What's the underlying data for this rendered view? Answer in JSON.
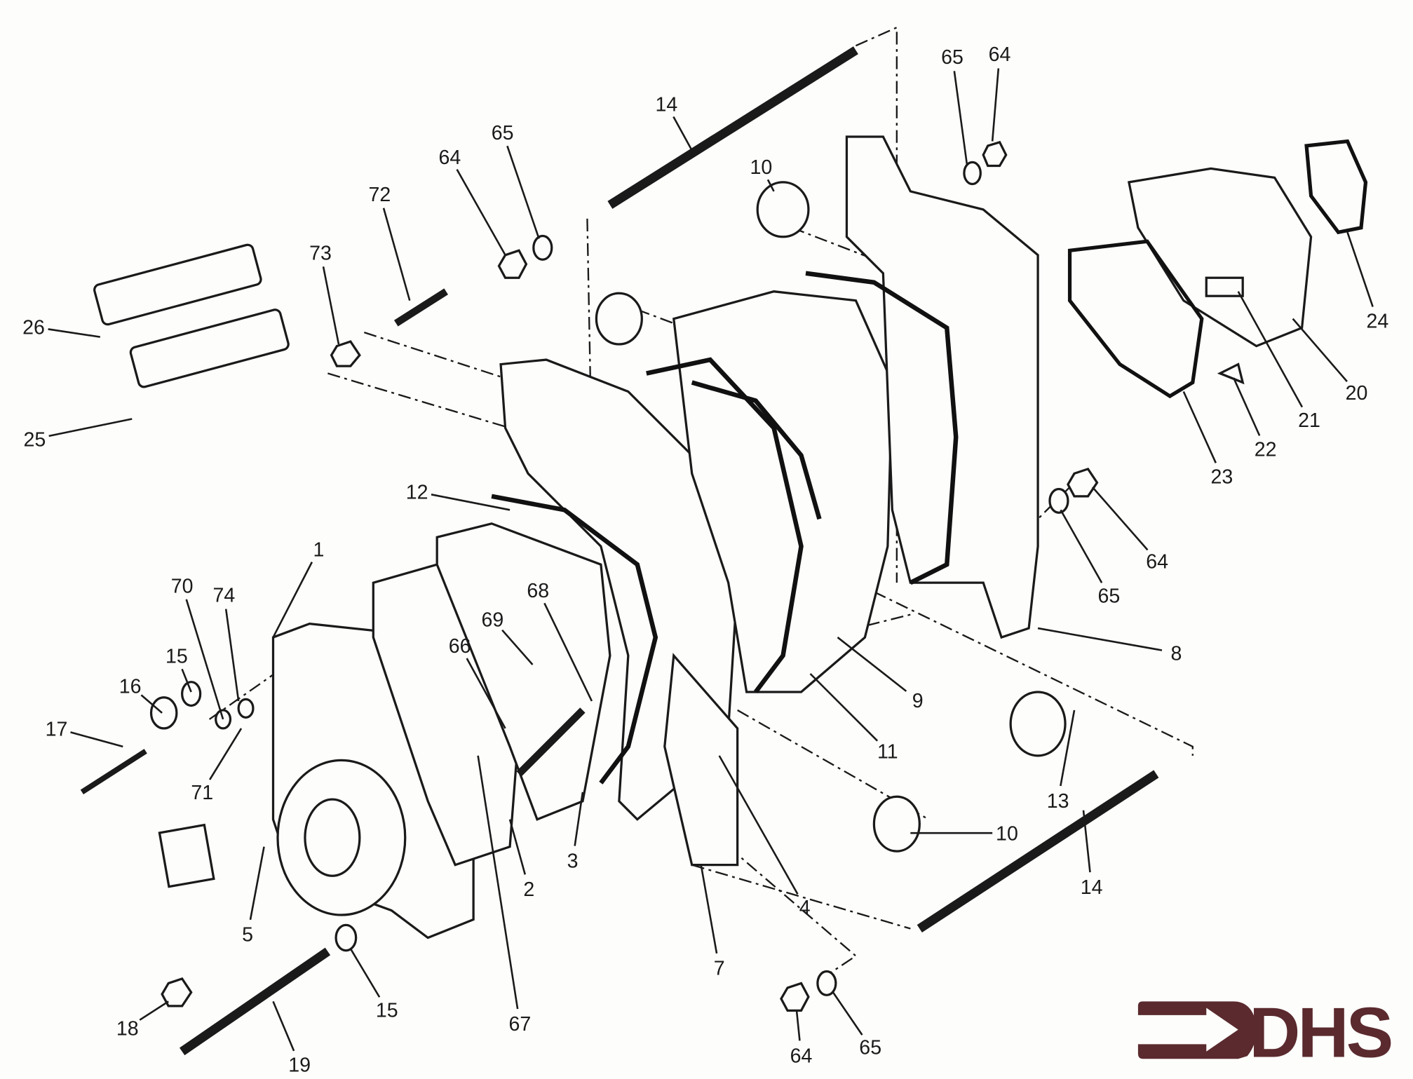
{
  "diagram": {
    "type": "exploded-parts-diagram",
    "callouts": [
      "14",
      "65",
      "64",
      "72",
      "73",
      "26",
      "25",
      "10",
      "65",
      "64",
      "24",
      "20",
      "21",
      "22",
      "23",
      "64",
      "65",
      "8",
      "9",
      "11",
      "12",
      "1",
      "70",
      "74",
      "15",
      "16",
      "17",
      "69",
      "68",
      "66",
      "71",
      "13",
      "10",
      "14",
      "3",
      "2",
      "4",
      "5",
      "7",
      "67",
      "15",
      "18",
      "19",
      "64",
      "65"
    ]
  },
  "logo": {
    "text": "DHS",
    "color": "#5a2a2e"
  }
}
